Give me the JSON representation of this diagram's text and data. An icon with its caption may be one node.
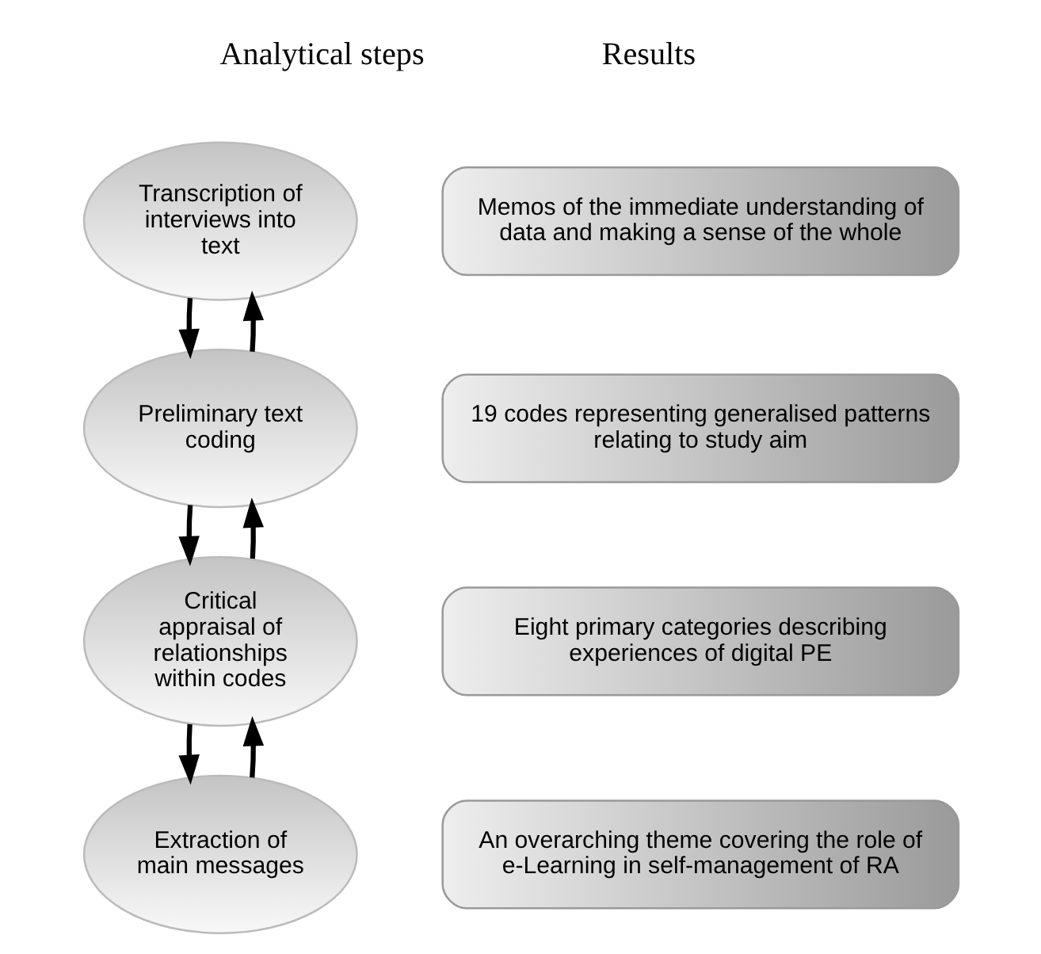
{
  "diagram": {
    "nodes": [
      {
        "text": [
          "Transcription of interviews into text"
        ]
      },
      {
        "text": [
          "Memos of the immediate understanding of data and making a sense of the whole"
        ]
      },
      {
        "text": [
          "Preliminary text coding"
        ]
      },
      {
        "text": [
          "19 codes representing generalised patterns relating to study aim"
        ]
      },
      {
        "text": [
          "Critical appraisal of relationships within codes"
        ]
      },
      {
        "text": [
          "Eight primary categories describing experiences of digital PE"
        ]
      },
      {
        "text": [
          "Extraction of main messages"
        ]
      },
      {
        "text": [
          "An overarching theme covering the role of e-Learning in self-management of RA"
        ]
      }
    ],
    "edges": [
      {
        "from": 2,
        "to": 0,
        "arrow": "to"
      },
      {
        "from": 0,
        "to": 2,
        "arrow": "to"
      },
      {
        "from": 4,
        "to": 2,
        "arrow": "to"
      },
      {
        "from": 2,
        "to": 4,
        "arrow": "to"
      },
      {
        "from": 6,
        "to": 4,
        "arrow": "to"
      },
      {
        "from": 4,
        "to": 6,
        "arrow": "to"
      }
    ],
    "labels": [
      "Analytical steps",
      "Results"
    ]
  }
}
